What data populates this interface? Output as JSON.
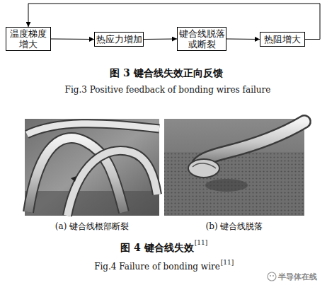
{
  "diagram": {
    "nodes": [
      {
        "text": [
          "温度梯度 增大"
        ]
      },
      {
        "text": [
          "热应力增加"
        ]
      },
      {
        "text": [
          "键合线脱落 或断裂"
        ]
      },
      {
        "text": [
          "热阻增大"
        ]
      }
    ],
    "edges": [
      {
        "from": 0,
        "to": 1,
        "arrow": "to"
      },
      {
        "from": 1,
        "to": 2,
        "arrow": "to"
      },
      {
        "from": 2,
        "to": 3,
        "arrow": "to"
      },
      {
        "from": 3,
        "to": 0,
        "arrow": "to"
      }
    ],
    "labels": [
      "图 3 键合线失效正向反馈",
      "Fig.3 Positive feedback of bonding wires failure",
      "(a) 键合线根部断裂",
      "(b) 键合线脱落",
      "图 4 键合线失效",
      "[11]",
      "Fig.4 Failure of bonding wire",
      "[11]",
      "半导体在线"
    ]
  }
}
